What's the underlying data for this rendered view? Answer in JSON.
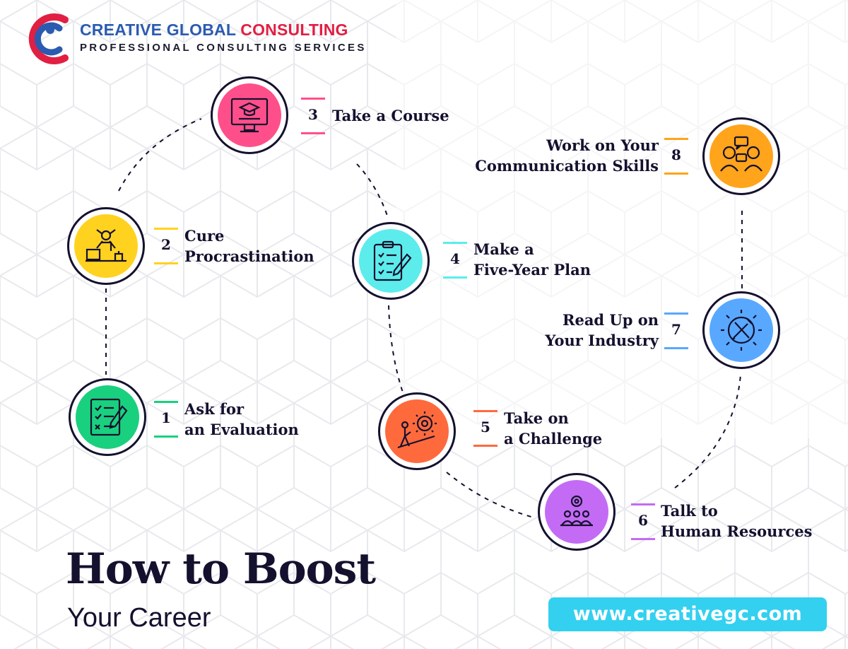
{
  "brand": {
    "name_part1": "CREATIVE GLOBAL",
    "name_part2": "CONSULTING",
    "tagline": "PROFESSIONAL CONSULTING SERVICES",
    "logo_icon": "person-c-logo-icon",
    "colors": {
      "blue": "#2b5bb0",
      "red": "#e11f43"
    }
  },
  "title": "How to Boost",
  "subtitle": "Your Career",
  "website": "www.creativegc.com",
  "steps": [
    {
      "number": "1",
      "line1": "Ask for",
      "line2": "an Evaluation",
      "color": "#19d07f",
      "icon": "checklist-pencil-icon"
    },
    {
      "number": "2",
      "line1": "Cure",
      "line2": "Procrastination",
      "color": "#ffd21f",
      "icon": "relaxed-worker-desk-icon"
    },
    {
      "number": "3",
      "line1": "Take a Course",
      "line2": "",
      "color": "#ff4f8b",
      "icon": "online-course-monitor-icon"
    },
    {
      "number": "4",
      "line1": "Make a",
      "line2": "Five-Year Plan",
      "color": "#5cecec",
      "icon": "clipboard-plan-icon"
    },
    {
      "number": "5",
      "line1": "Take on",
      "line2": "a Challenge",
      "color": "#ff6a3d",
      "icon": "person-pushing-gear-icon"
    },
    {
      "number": "6",
      "line1": "Talk to",
      "line2": "Human Resources",
      "color": "#c46bf5",
      "icon": "team-hr-icon"
    },
    {
      "number": "7",
      "line1": "Read Up on",
      "line2": "Your Industry",
      "color": "#59a8ff",
      "icon": "gear-tools-icon"
    },
    {
      "number": "8",
      "line1": "Work on Your",
      "line2": "Communication Skills",
      "color": "#ffa41b",
      "icon": "communication-chat-icon"
    }
  ]
}
